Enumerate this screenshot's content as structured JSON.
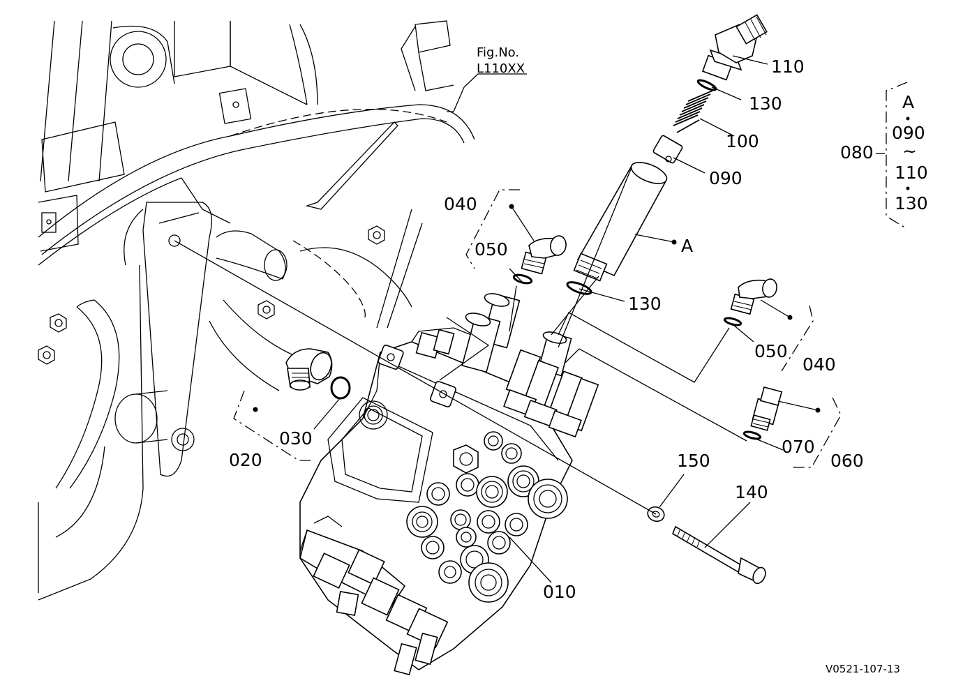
{
  "figure_ref": {
    "line1": "Fig.No.",
    "line2": "L110XX"
  },
  "callouts": {
    "c010": "010",
    "c020": "020",
    "c030": "030",
    "c040a": "040",
    "c040b": "040",
    "c050a": "050",
    "c050b": "050",
    "c060": "060",
    "c070": "070",
    "c080": "080",
    "c090": "090",
    "c100": "100",
    "c110": "110",
    "c130a": "130",
    "c130b": "130",
    "c140": "140",
    "c150": "150",
    "cA": "A"
  },
  "assembly_note": {
    "item": "080",
    "lines": [
      "A",
      "090",
      "~",
      "110",
      "130"
    ]
  },
  "drawing_code": "V0521-107-13"
}
